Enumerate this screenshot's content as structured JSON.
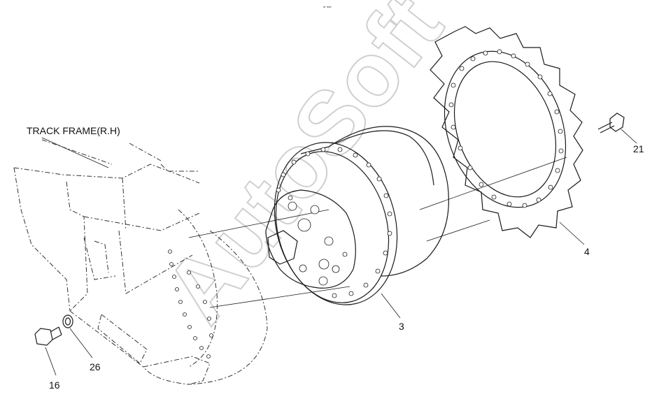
{
  "header_mark": "≈ ≈≈",
  "watermark": "AutoSoft",
  "labels": {
    "track_frame": "TRACK FRAME(R.H)",
    "travel_motor": "3",
    "sprocket": "4",
    "sprocket_bolt": "21",
    "frame_bolt": "16",
    "washer": "26"
  }
}
